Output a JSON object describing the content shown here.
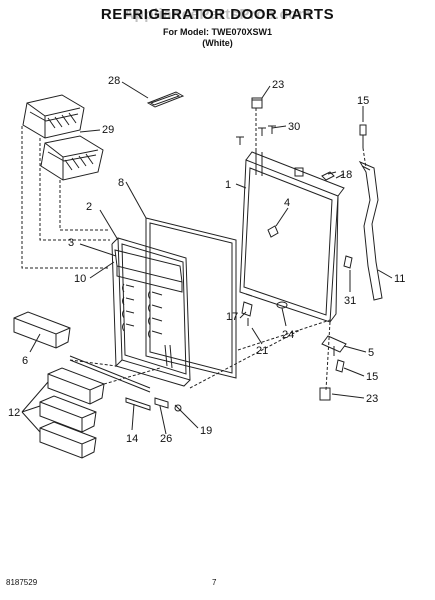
{
  "header": {
    "title": "REFRIGERATOR DOOR PARTS",
    "watermark": "AppliancePartsPros.com",
    "model_line": "For Model: TWE070XSW1",
    "color_note": "(White)"
  },
  "callouts": [
    "28",
    "23",
    "15",
    "29",
    "30",
    "8",
    "1",
    "18",
    "2",
    "4",
    "3",
    "10",
    "11",
    "31",
    "17",
    "24",
    "21",
    "6",
    "5",
    "15",
    "12",
    "19",
    "14",
    "26",
    "23"
  ],
  "footer": {
    "doc_number": "8187529",
    "page_number": "7"
  }
}
